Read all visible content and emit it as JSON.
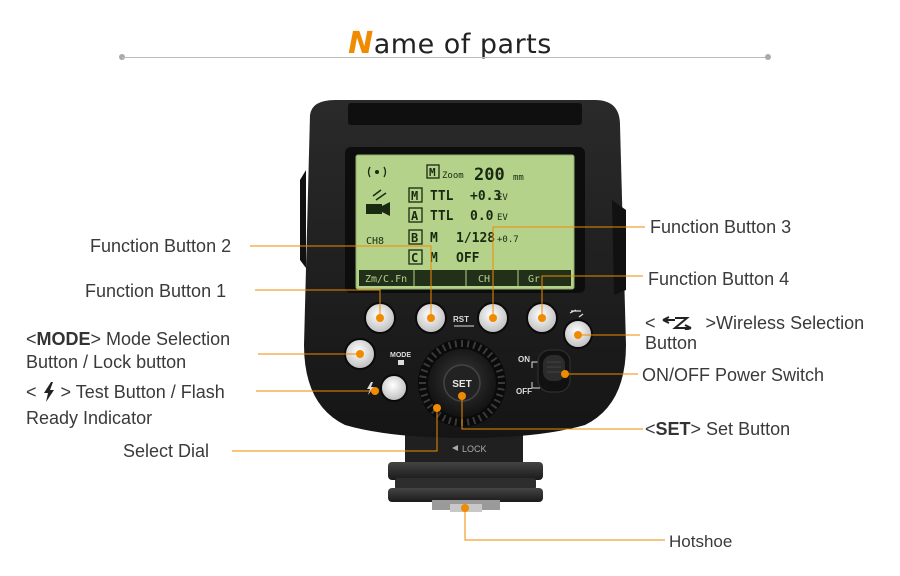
{
  "title": {
    "first_letter": "N",
    "rest": "ame of parts"
  },
  "lcd": {
    "zoom_mode": "M",
    "zoom_word": "Zoom",
    "zoom_value": "200",
    "zoom_unit": "mm",
    "channel": "CH8",
    "groups": [
      {
        "group": "M",
        "mode": "TTL",
        "value": "+0.3",
        "unit": "EV"
      },
      {
        "group": "A",
        "mode": "TTL",
        "value": "0.0",
        "unit": "EV"
      },
      {
        "group": "B",
        "mode": "M",
        "value": "1/128",
        "unit": "+0.7"
      },
      {
        "group": "C",
        "mode": "M",
        "value": "OFF",
        "unit": ""
      }
    ],
    "softkeys": [
      "Zm/C.Fn",
      "",
      "CH",
      "Gr"
    ]
  },
  "body_labels": {
    "rst": "RST",
    "mode": "MODE",
    "set": "SET",
    "on": "ON",
    "off": "OFF",
    "lock": "LOCK"
  },
  "labels": {
    "function_button_2": "Function Button 2",
    "function_button_1": "Function Button 1",
    "mode_lt": "<",
    "mode_key": "MODE",
    "mode_rest": "> Mode Selection",
    "mode_line2": "Button / Lock button",
    "test_lt": "<",
    "test_rest": "> Test Button / Flash",
    "test_line2": "Ready Indicator",
    "select_dial": "Select Dial",
    "function_button_3": "Function Button 3",
    "function_button_4": "Function Button 4",
    "wireless_lt": "<",
    "wireless_rest": ">Wireless Selection",
    "wireless_line2": "Button",
    "power_switch": "ON/OFF Power Switch",
    "set_lt": "<",
    "set_key": "SET",
    "set_rest": "> Set Button",
    "hotshoe": "Hotshoe"
  },
  "colors": {
    "accent": "#f08a00",
    "lcd": "#b4d28a",
    "body": "#1e1e1e",
    "button": "#e4e4e4"
  },
  "icons": [
    "wireless-icon",
    "flash-bolt-icon",
    "lock-icon",
    "signal-icon"
  ]
}
